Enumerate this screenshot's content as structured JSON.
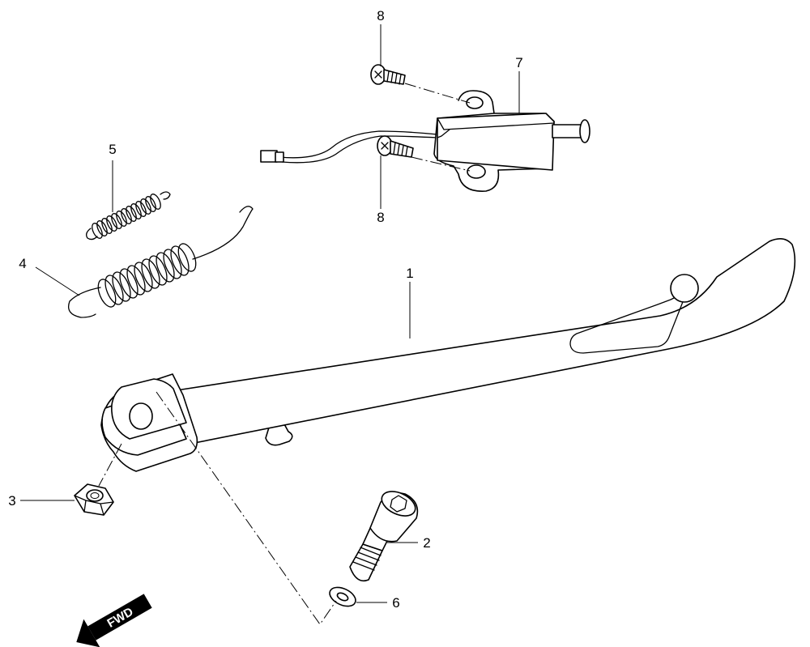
{
  "callouts": {
    "c1": "1",
    "c2": "2",
    "c3": "3",
    "c4": "4",
    "c5": "5",
    "c6": "6",
    "c7": "7",
    "c8_top": "8",
    "c8_bottom": "8"
  },
  "direction_arrow": {
    "label": "FWD",
    "icon": "forward-arrow-icon"
  }
}
